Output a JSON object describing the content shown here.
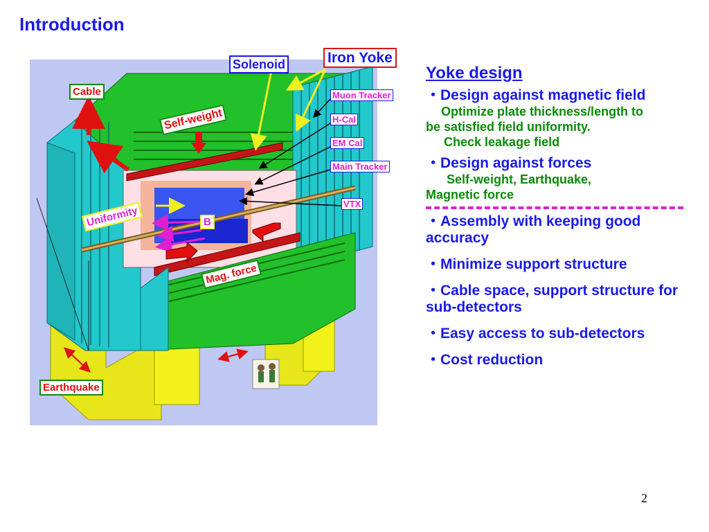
{
  "slide": {
    "title": "Introduction",
    "page_number": "2"
  },
  "figure_labels": {
    "iron_yoke": "Iron Yoke",
    "solenoid": "Solenoid",
    "cable": "Cable",
    "self_weight": "Self-weight",
    "muon_tracker": "Muon Tracker",
    "h_cal": "H-Cal",
    "em_cal": "EM Cal",
    "main_tracker": "Main Tracker",
    "vtx": "VTX",
    "uniformity": "Uniformity",
    "b_field": "B",
    "mag_force": "Mag. force",
    "earthquake": "Earthquake"
  },
  "yoke_design": {
    "heading": "Yoke design",
    "item1": "・Design against magnetic field",
    "item1_sub1": "Optimize plate thickness/length to",
    "item1_sub2": "be satisfied field uniformity.",
    "item1_sub3": "Check leakage field",
    "item2": "・Design against forces",
    "item2_sub1": "Self-weight, Earthquake,",
    "item2_sub2": "Magnetic force",
    "item3": "・Assembly with keeping good accuracy",
    "item4": "・Minimize support structure",
    "item5": "・Cable space, support structure for sub-detectors",
    "item6": "・Easy access to sub-detectors",
    "item7": "・Cost reduction"
  },
  "colors": {
    "heading_blue": "#1a1ae6",
    "sub_green": "#0a8a0a",
    "label_red": "#e01010",
    "label_magenta": "#e020d0",
    "yoke_green": "#22c02a",
    "yoke_cyan": "#22c8cc",
    "support_yellow": "#f2f21a"
  }
}
